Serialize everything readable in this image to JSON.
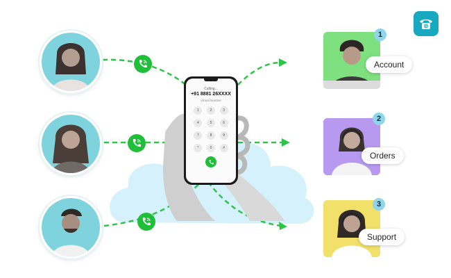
{
  "phone_screen": {
    "status": "Calling...",
    "number": "+91 8881 26XXXX",
    "caption": "Virtual Number",
    "keys": [
      "1",
      "2",
      "3",
      "4",
      "5",
      "6",
      "7",
      "8",
      "9",
      "*",
      "0",
      "#"
    ]
  },
  "agents": [
    {
      "number": "1",
      "department": "Account",
      "card_color": "#7ee07e"
    },
    {
      "number": "2",
      "department": "Orders",
      "card_color": "#b79af0"
    },
    {
      "number": "3",
      "department": "Support",
      "card_color": "#f1e06a"
    }
  ],
  "colors": {
    "accent_green": "#1fbf3a",
    "cloud": "#d5f1fb",
    "photo_bg": "#7fd3dd",
    "logo_bg": "#18a9c0",
    "badge": "#8fd6ea"
  },
  "icons": {
    "call": "phone-wave-icon",
    "logo": "telephone-globe-icon",
    "arrow": "arrowhead-icon"
  }
}
